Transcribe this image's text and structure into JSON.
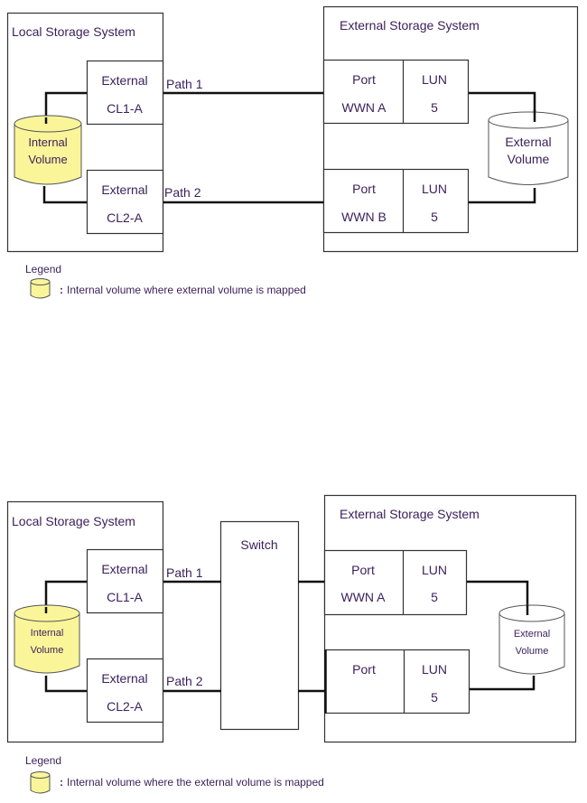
{
  "diagram1": {
    "local_system_label": "Local Storage System",
    "external_system_label": "External Storage System",
    "internal_volume": {
      "line1": "Internal",
      "line2": "Volume"
    },
    "external_volume": {
      "line1": "External",
      "line2": "Volume"
    },
    "local_ports": [
      {
        "line1": "External",
        "line2": "CL1-A",
        "path": "Path 1"
      },
      {
        "line1": "External",
        "line2": "CL2-A",
        "path": "Path 2"
      }
    ],
    "external_ports": [
      {
        "port": "Port",
        "wwn": "WWN A",
        "lun_label": "LUN",
        "lun": "5"
      },
      {
        "port": "Port",
        "wwn": "WWN B",
        "lun_label": "LUN",
        "lun": "5"
      }
    ],
    "legend": {
      "title": "Legend",
      "text": "Internal volume where external volume is mapped",
      "colon": ":"
    }
  },
  "diagram2": {
    "local_system_label": "Local Storage System",
    "external_system_label": "External Storage System",
    "switch_label": "Switch",
    "internal_volume": {
      "line1": "Internal",
      "line2": "Volume"
    },
    "external_volume": {
      "line1": "External",
      "line2": "Volume"
    },
    "local_ports": [
      {
        "line1": "External",
        "line2": "CL1-A",
        "path": "Path 1"
      },
      {
        "line1": "External",
        "line2": "CL2-A",
        "path": "Path 2"
      }
    ],
    "external_ports": [
      {
        "port": "Port",
        "wwn": "WWN A",
        "lun_label": "LUN",
        "lun": "5"
      },
      {
        "port": "Port",
        "wwn": "",
        "lun_label": "LUN",
        "lun": "5"
      }
    ],
    "legend": {
      "title": "Legend",
      "text": "Internal volume where the external volume is mapped",
      "colon": ":"
    }
  },
  "colors": {
    "internal_volume_fill": "#fbf59a",
    "text": "#3a1f5a",
    "line": "#111111"
  }
}
